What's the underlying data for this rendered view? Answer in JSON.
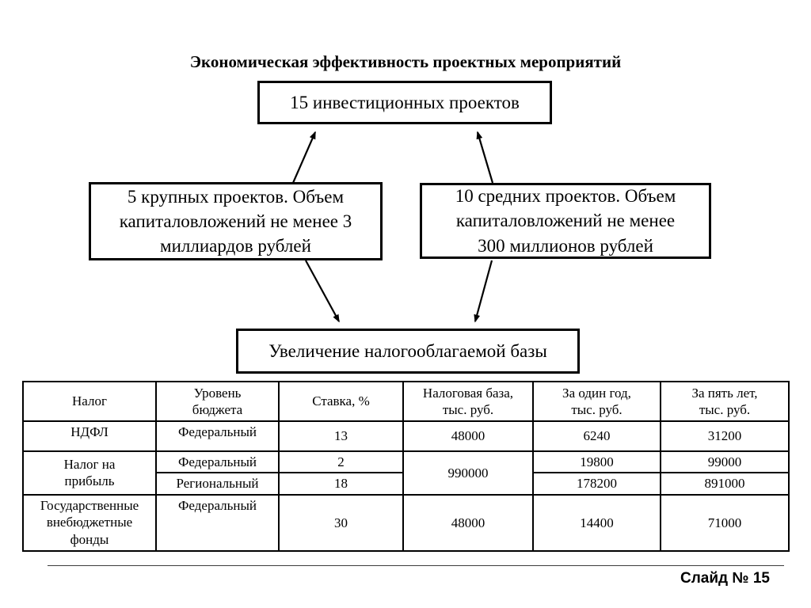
{
  "slide": {
    "title": "Экономическая эффективность проектных мероприятий",
    "footer_label": "Слайд № 15"
  },
  "diagram": {
    "top_box": "15 инвестиционных проектов",
    "left_box": "5 крупных проектов. Объем\nкапиталовложений не менее 3\nмиллиардов рублей",
    "right_box": "10 средних проектов. Объем\nкапиталовложений не менее\n300 миллионов рублей",
    "bottom_box": "Увеличение налогооблагаемой базы"
  },
  "table": {
    "headers": {
      "tax": "Налог",
      "budget_level": "Уровень\nбюджета",
      "rate": "Ставка, %",
      "tax_base": "Налоговая база,\nтыс. руб.",
      "one_year": "За один год,\nтыс. руб.",
      "five_years": "За пять лет,\nтыс. руб."
    },
    "rows": {
      "ndfl": {
        "tax": "НДФЛ",
        "level": "Федеральный",
        "rate": "13",
        "base": "48000",
        "one_year": "6240",
        "five_years": "31200"
      },
      "profit": {
        "tax": "Налог на\nприбыль",
        "base": "990000",
        "federal": {
          "level": "Федеральный",
          "rate": "2",
          "one_year": "19800",
          "five_years": "99000"
        },
        "regional": {
          "level": "Региональный",
          "rate": "18",
          "one_year": "178200",
          "five_years": "891000"
        }
      },
      "funds": {
        "tax": "Государственные\nвнебюджетные\nфонды",
        "level": "Федеральный",
        "rate": "30",
        "base": "48000",
        "one_year": "14400",
        "five_years": "71000"
      }
    }
  },
  "colors": {
    "ink": "#000000",
    "background": "#ffffff",
    "footer_line": "#3c3c3c"
  }
}
